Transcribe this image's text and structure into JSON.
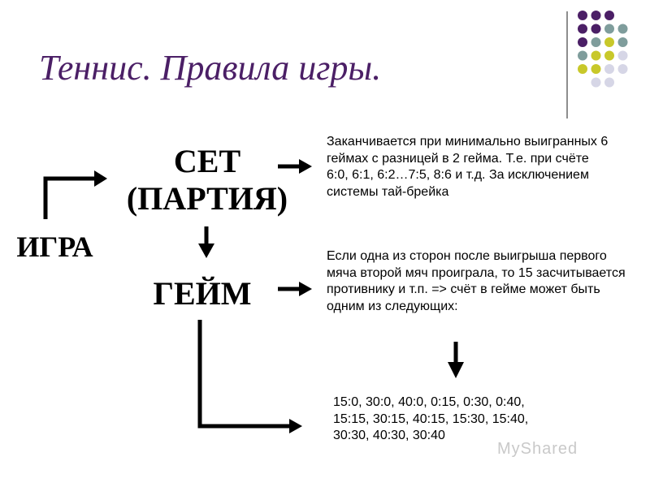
{
  "title": "Теннис. Правила игры.",
  "nodes": {
    "set_line1": "СЕТ",
    "set_line2": "(ПАРТИЯ)",
    "game": "ГЕЙМ",
    "igra": "ИГРА"
  },
  "texts": {
    "set_rule": "Заканчивается при минимально выигранных 6 геймах с разницей в 2 гейма. Т.е. при счёте 6:0, 6:1, 6:2…7:5, 8:6 и т.д. За исключением системы тай-брейка",
    "game_rule": "Если одна из сторон после выигрыша первого мяча второй мяч проиграла, то 15 засчитывается противнику и т.п. => счёт в гейме может быть одним из следующих:",
    "scores": "15:0, 30:0, 40:0, 0:15, 0:30, 0:40, 15:15, 30:15, 40:15, 15:30, 15:40, 30:30, 40:30, 30:40"
  },
  "watermark": "MyShared",
  "colors": {
    "title": "#4b1f66",
    "dot_purple": "#4b1f66",
    "dot_teal": "#7f9d9c",
    "dot_olive": "#c8c82a",
    "dot_lavender": "#d6d6e6"
  }
}
